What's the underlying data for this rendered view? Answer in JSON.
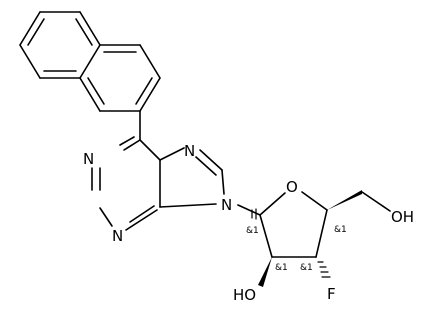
{
  "atoms": {
    "n1": "N",
    "n3": "N",
    "n7": "N",
    "n9": "N",
    "o_ring": "O",
    "oh_5": "OH",
    "ho_2": "HO",
    "f_3": "F"
  },
  "stereo_labels": {
    "c1": "&1",
    "c2": "&1",
    "c3": "&1",
    "c4": "&1"
  },
  "colors": {
    "ink": "#000000",
    "background": "#ffffff"
  }
}
